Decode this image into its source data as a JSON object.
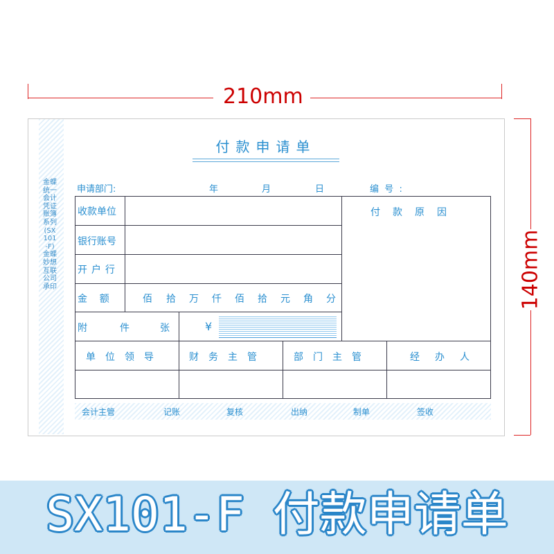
{
  "dimensions": {
    "width_label": "210mm",
    "height_label": "140mm"
  },
  "form": {
    "title": "付款申请单",
    "side_text": "金蝶统一会计凭证账簿系列(SX101-F)金蝶妙想互联公司承印",
    "header": {
      "dept": "申请部门:",
      "year": "年",
      "month": "月",
      "day": "日",
      "number": "编  号  :"
    },
    "rows": {
      "payee": "收款单位",
      "bank_account": "银行账号",
      "bank": "开户行",
      "amount": "金    额",
      "amount_units": [
        "佰",
        "拾",
        "万",
        "仟",
        "佰",
        "拾",
        "元",
        "角",
        "分"
      ],
      "attachments": "附",
      "attachments_mid": "件",
      "attachments_unit": "张",
      "currency_symbol": "¥",
      "reason": "付款原因"
    },
    "approvals": [
      "单位领导",
      "财务主管",
      "部门主管",
      "经办人"
    ],
    "signatures": [
      "会计主管",
      "记账",
      "复核",
      "出纳",
      "制单",
      "签收"
    ]
  },
  "banner": {
    "text": "SX101-F 付款申请单"
  },
  "colors": {
    "form_text": "#2a8fd0",
    "dimension": "#cc0000",
    "banner_bg": "#cfe7f6",
    "banner_text_outline": "#2b86c9"
  }
}
